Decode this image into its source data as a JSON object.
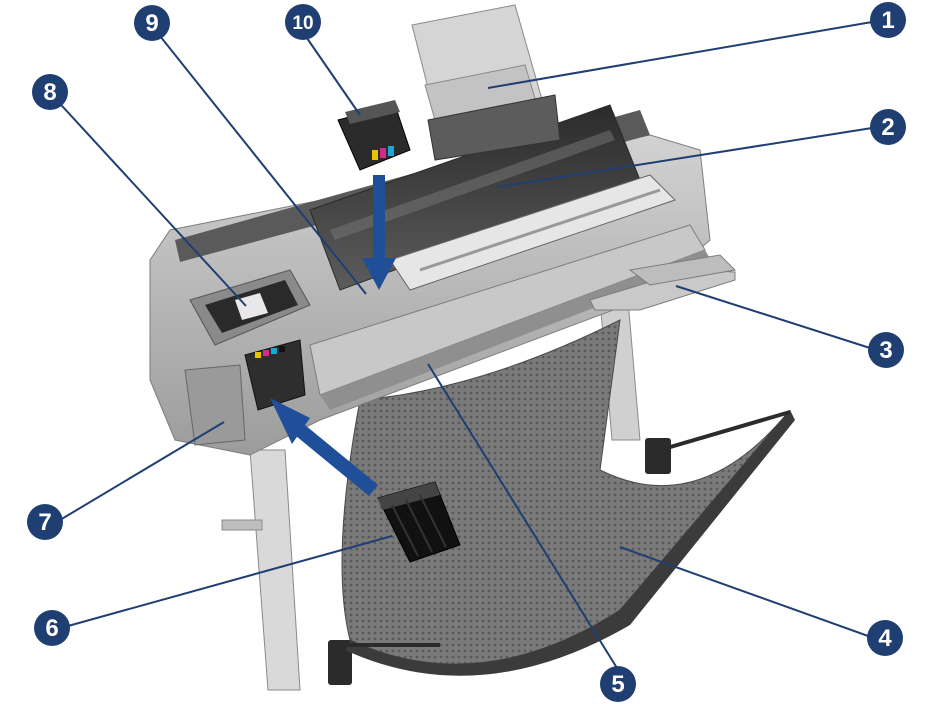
{
  "figure": {
    "colors": {
      "callout_fill": "#1f3f73",
      "callout_text": "#ffffff",
      "leader_line": "#1f3f73",
      "arrow": "#1f4f99",
      "printer_body": "#b9b9b9",
      "printer_dark": "#3a3a3a",
      "basket_mesh": "#6b6b6b"
    },
    "callouts": [
      {
        "id": "1",
        "label": "1"
      },
      {
        "id": "2",
        "label": "2"
      },
      {
        "id": "3",
        "label": "3"
      },
      {
        "id": "4",
        "label": "4"
      },
      {
        "id": "5",
        "label": "5"
      },
      {
        "id": "6",
        "label": "6"
      },
      {
        "id": "7",
        "label": "7"
      },
      {
        "id": "8",
        "label": "8"
      },
      {
        "id": "9",
        "label": "9"
      },
      {
        "id": "10",
        "label": "10"
      }
    ]
  }
}
